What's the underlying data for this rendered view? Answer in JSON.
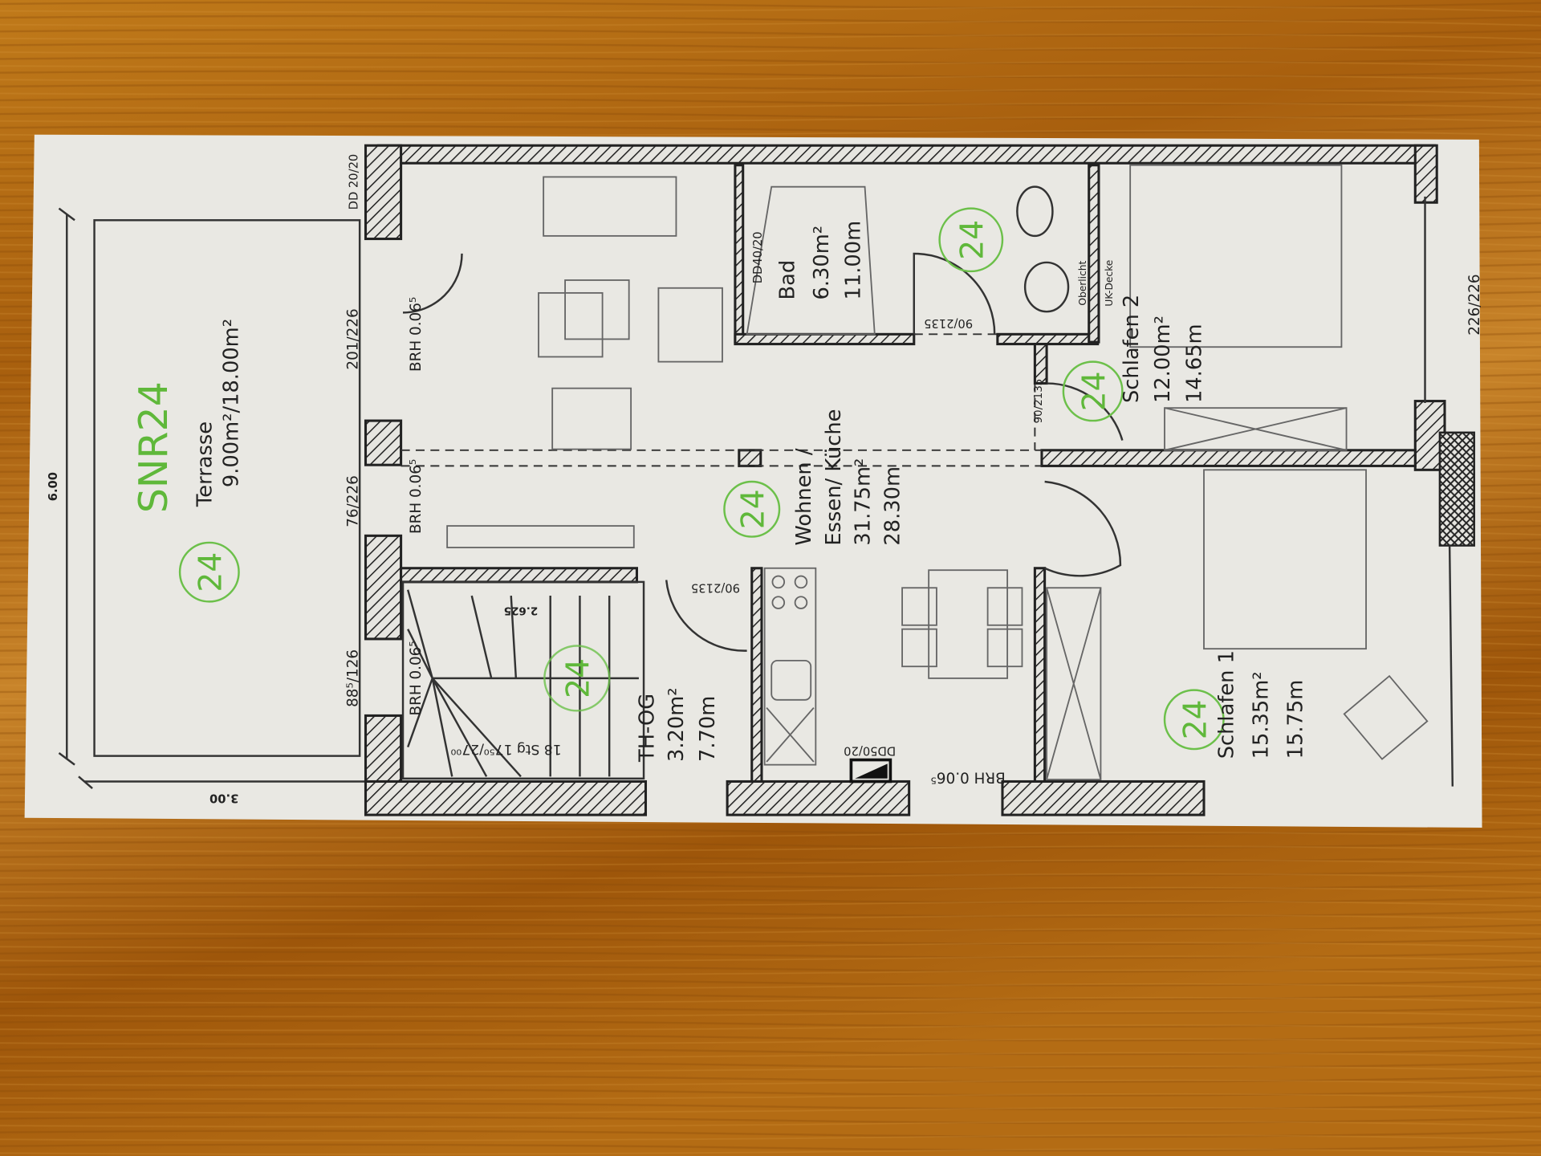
{
  "colors": {
    "wood": "#b06a12",
    "paper": "#e9e8e3",
    "line": "#222222",
    "room_number": "#5fb83a"
  },
  "terrace": {
    "code": "SNR24",
    "name": "Terrasse",
    "area": "9.00m²/18.00m²",
    "number": "24",
    "dim_long": "6.00",
    "dim_short": "3.00"
  },
  "openings": {
    "dd_top": "DD 20/20",
    "w1": "201/226",
    "w2": "76/226",
    "w3": "88⁵/126",
    "brh1": "BRH 0.06⁵",
    "brh2": "BRH 0.06⁵",
    "brh3": "BRH 0.06⁵",
    "w_right": "226/226"
  },
  "rooms": {
    "bad": {
      "name": "Bad",
      "area": "6.30m²",
      "perimeter": "11.00m",
      "number": "24",
      "dd": "DD40/20",
      "door": "90/2135",
      "oberlicht": "Oberlicht",
      "ukdecke": "UK-Decke"
    },
    "schlafen2": {
      "name": "Schlafen 2",
      "area": "12.00m²",
      "perimeter": "14.65m",
      "number": "24",
      "door": "90/2135"
    },
    "wohnen": {
      "name1": "Wohnen /",
      "name2": "Essen/ Küche",
      "area": "31.75m²",
      "perimeter": "28.30m",
      "number": "24",
      "dd": "DD50/20",
      "brh": "BRH 0.06⁵"
    },
    "thog": {
      "name": "TH-OG",
      "area": "3.20m²",
      "perimeter": "7.70m",
      "number": "24",
      "door": "90/2135",
      "stairs": "18 Stg 17⁵⁰/27⁰⁰",
      "stair_dim": "2.625"
    },
    "schlafen1": {
      "name": "Schlafen 1",
      "area": "15.35m²",
      "perimeter": "15.75m",
      "number": "24"
    }
  }
}
